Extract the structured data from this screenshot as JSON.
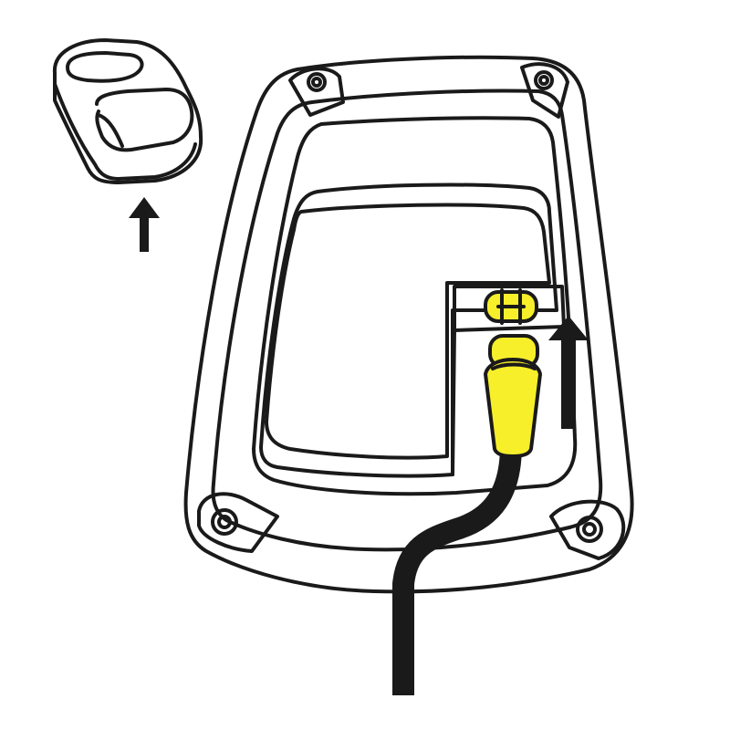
{
  "colors": {
    "background": "#ffffff",
    "line": "#1a1a1a",
    "connector": "#f7ef2a",
    "cable": "#1a1a1a"
  },
  "icons": {
    "cover": "cover-icon",
    "lift_arrow": "arrow-up-icon",
    "plug_arrow": "arrow-up-icon",
    "screw": "screw-hole-icon"
  },
  "steps": [
    {
      "action": "remove-cover",
      "direction": "up"
    },
    {
      "action": "insert-plug",
      "direction": "up"
    }
  ]
}
